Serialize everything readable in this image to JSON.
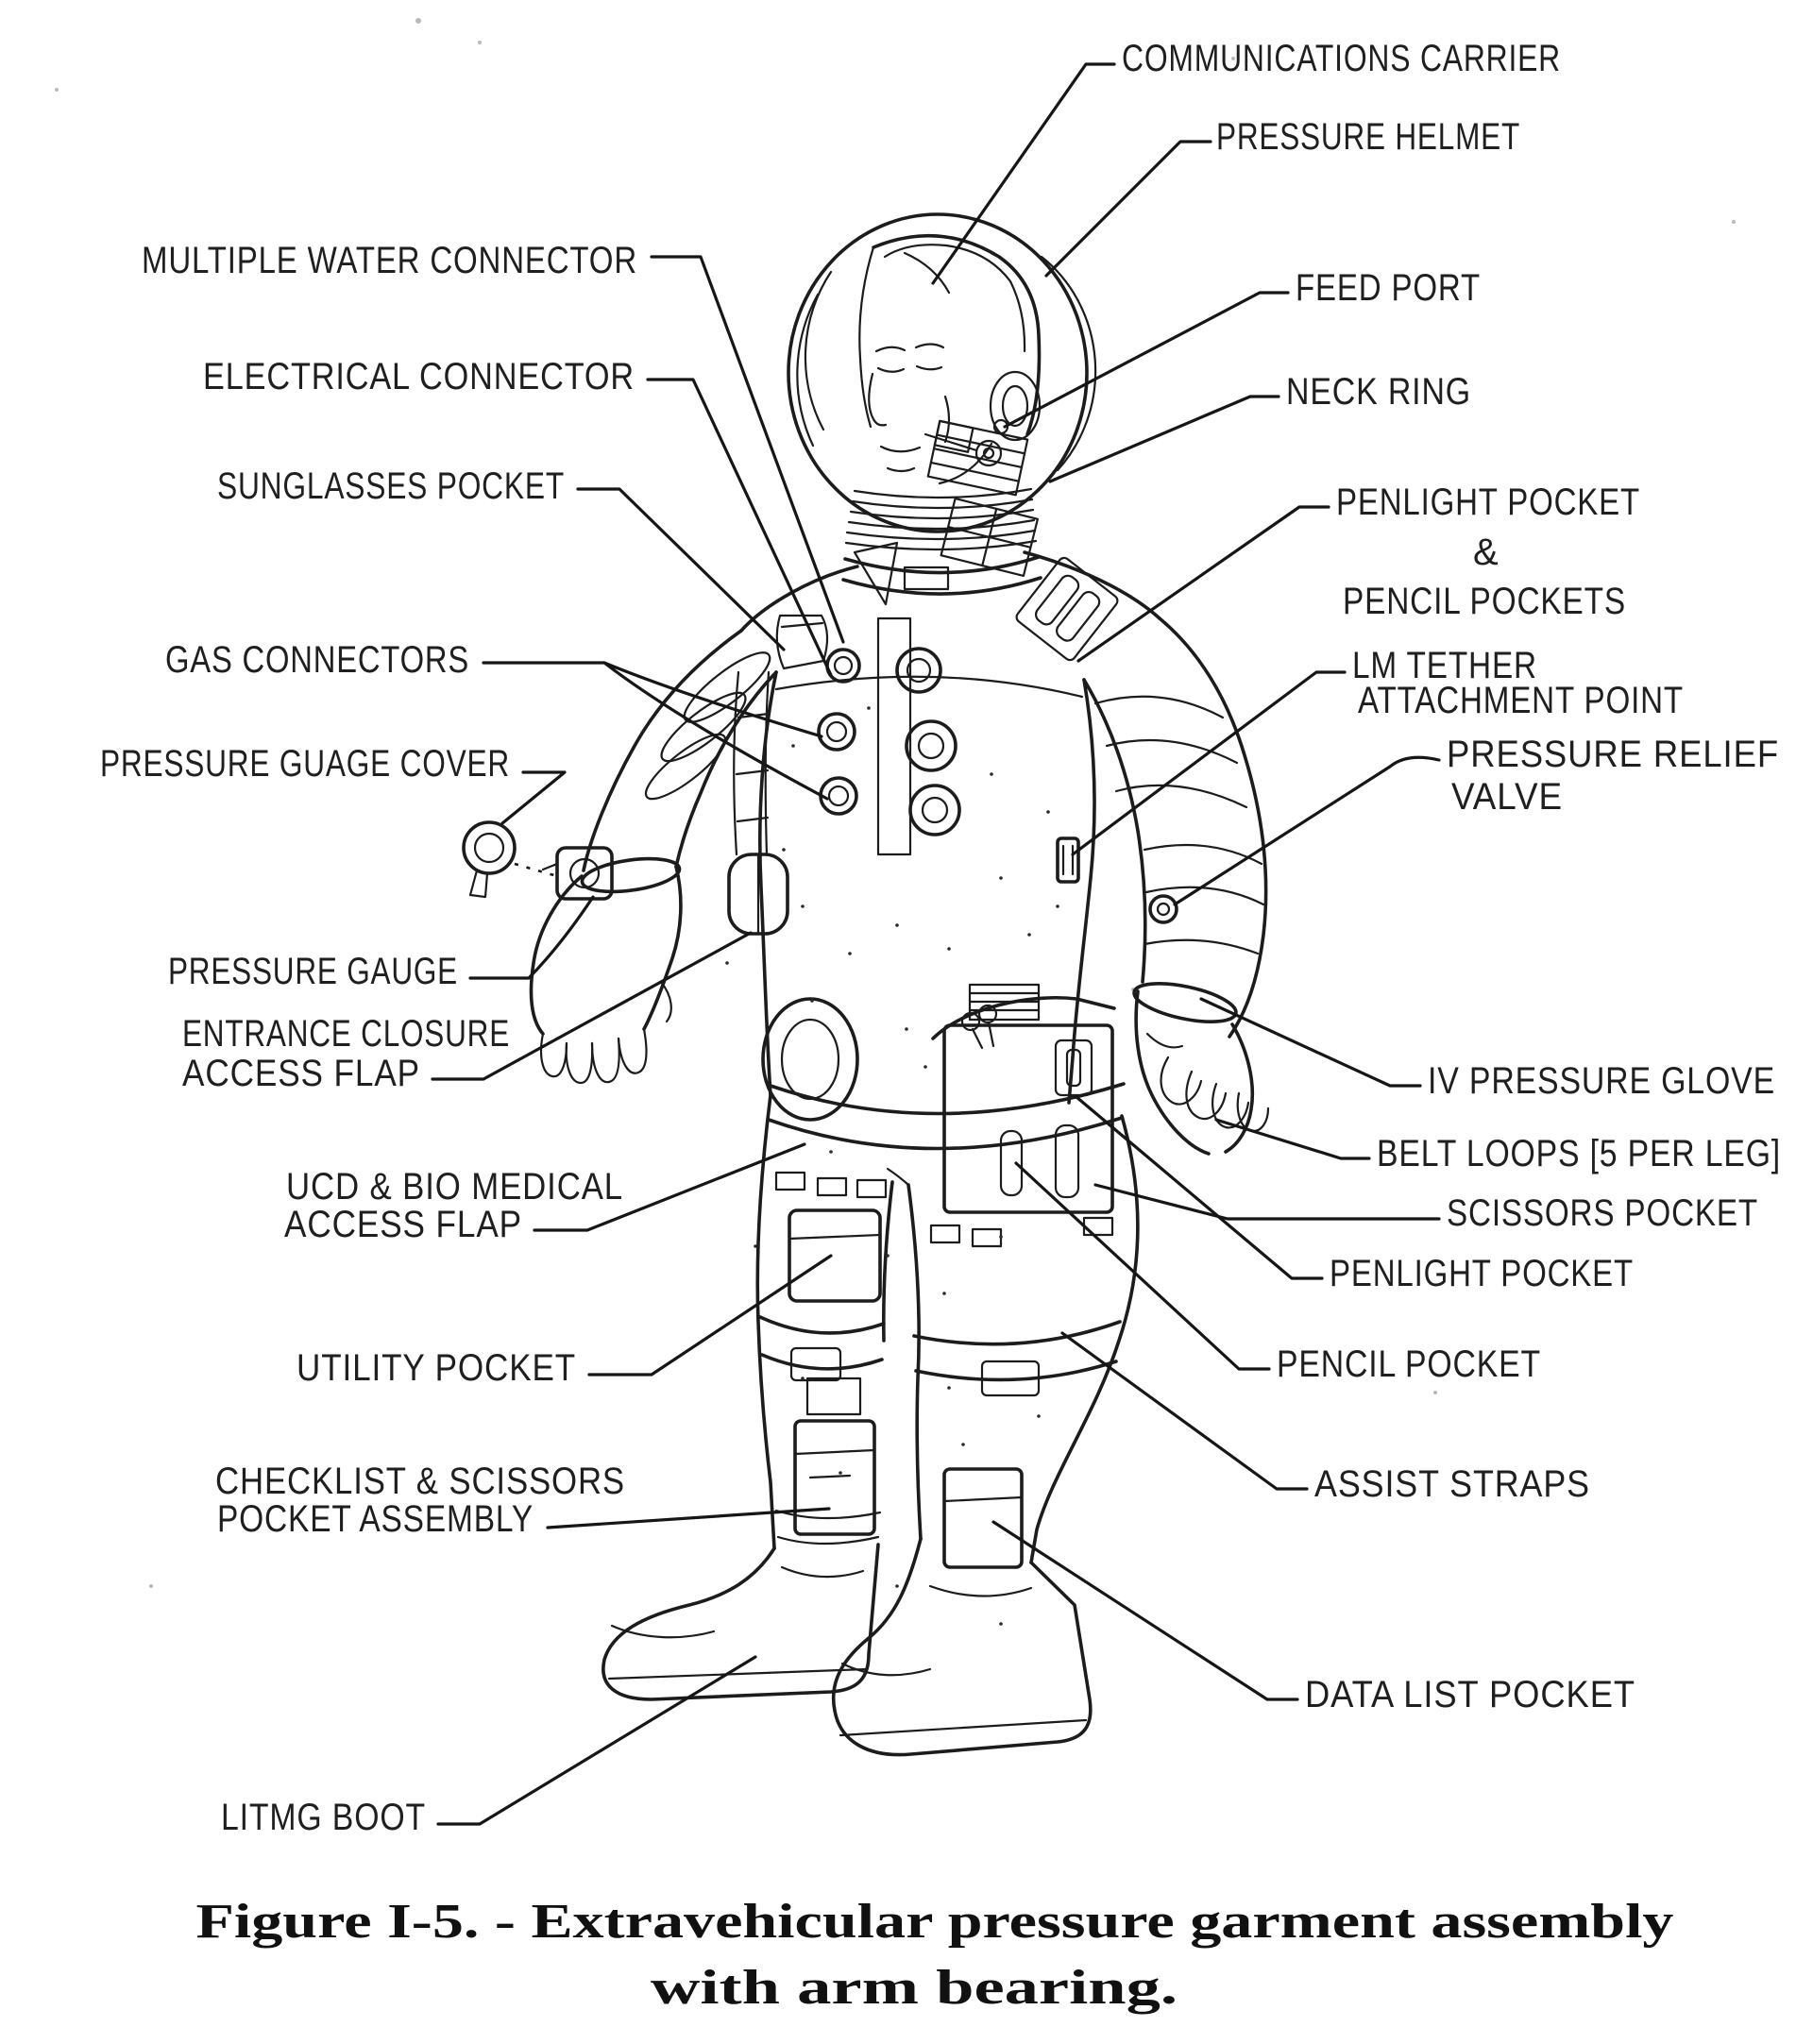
{
  "figure": {
    "caption_line1": "Figure I-5. - Extravehicular pressure garment assembly",
    "caption_line2": "with arm bearing."
  },
  "colors": {
    "ink": "#1c1c1c",
    "paper": "#ffffff",
    "label_text": "#1f1f1f"
  },
  "labels": {
    "communications_carrier": "COMMUNICATIONS CARRIER",
    "pressure_helmet": "PRESSURE HELMET",
    "feed_port": "FEED PORT",
    "neck_ring": "NECK RING",
    "penlight_pocket_upper": "PENLIGHT POCKET",
    "ampersand": "&",
    "pencil_pockets": "PENCIL POCKETS",
    "lm_tether_1": "LM TETHER",
    "lm_tether_2": "ATTACHMENT POINT",
    "pressure_relief_1": "PRESSURE RELIEF",
    "pressure_relief_2": "VALVE",
    "iv_pressure_glove": "IV PRESSURE GLOVE",
    "belt_loops": "BELT LOOPS [5 PER LEG]",
    "scissors_pocket": "SCISSORS POCKET",
    "penlight_pocket_lower": "PENLIGHT POCKET",
    "pencil_pocket": "PENCIL POCKET",
    "assist_straps": "ASSIST STRAPS",
    "data_list_pocket": "DATA LIST POCKET",
    "multiple_water_connector": "MULTIPLE WATER CONNECTOR",
    "electrical_connector": "ELECTRICAL CONNECTOR",
    "sunglasses_pocket": "SUNGLASSES POCKET",
    "gas_connectors": "GAS CONNECTORS",
    "pressure_guage_cover": "PRESSURE GUAGE COVER",
    "pressure_gauge": "PRESSURE GAUGE",
    "entrance_closure_1": "ENTRANCE CLOSURE",
    "entrance_closure_2": "ACCESS FLAP",
    "ucd_bio_1": "UCD & BIO MEDICAL",
    "ucd_bio_2": "ACCESS FLAP",
    "utility_pocket": "UTILITY POCKET",
    "checklist_1": "CHECKLIST & SCISSORS",
    "checklist_2": "POCKET ASSEMBLY",
    "litmg_boot": "LITMG BOOT"
  }
}
